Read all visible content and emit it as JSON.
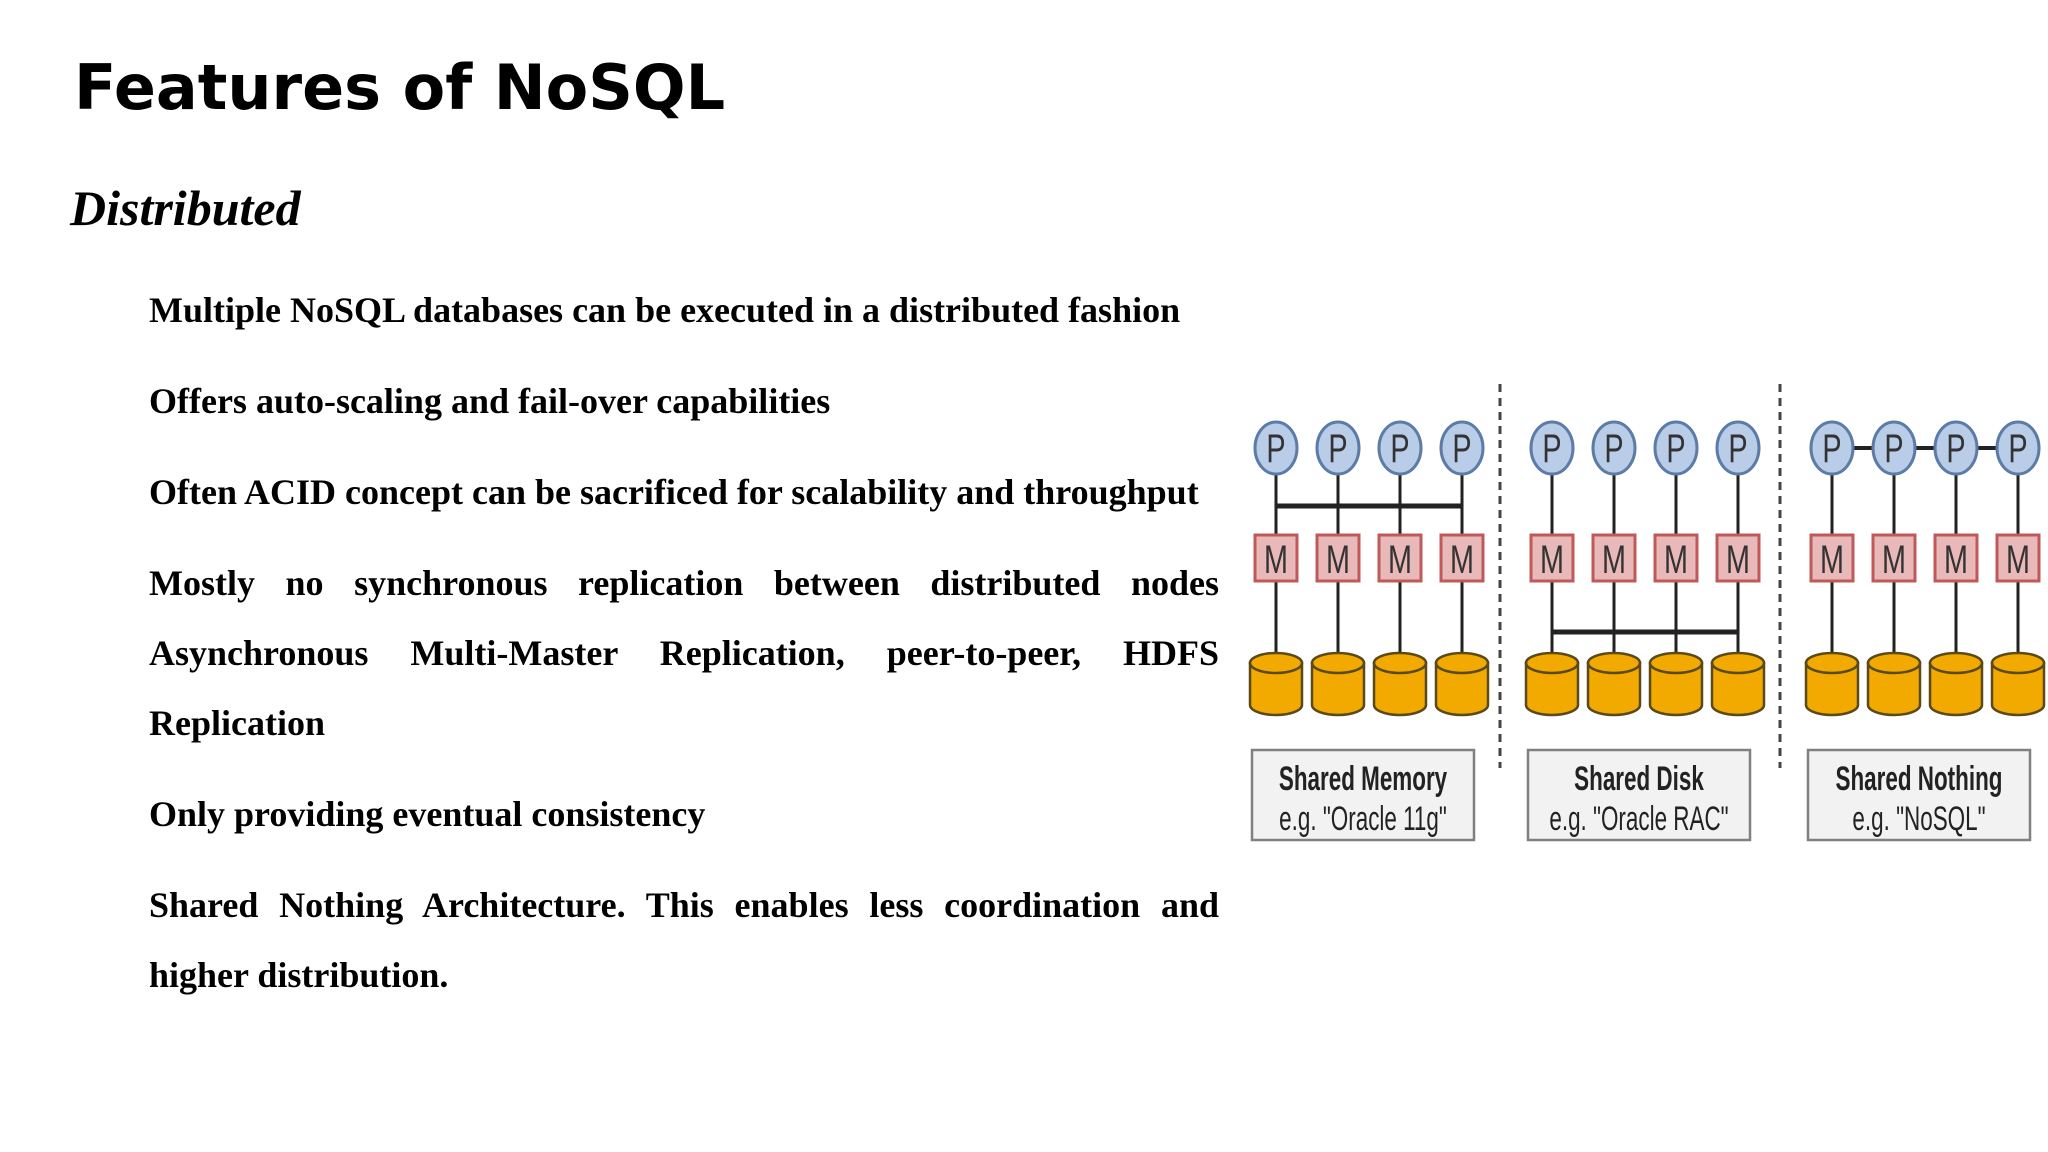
{
  "slide": {
    "title": "Features of NoSQL",
    "subtitle": "Distributed",
    "bullets": [
      "Multiple NoSQL databases can be executed in a distributed fashion",
      "Offers auto-scaling and fail-over capabilities",
      "Often ACID concept can be sacrificed for scalability and throughput",
      "Mostly no synchronous replication between distributed nodes Asynchronous Multi-Master Replication, peer-to-peer, HDFS Replication",
      "Only providing eventual consistency",
      "Shared Nothing Architecture. This enables less coordination and higher distribution."
    ]
  },
  "diagram": {
    "node_labels": {
      "processor": "P",
      "memory": "M"
    },
    "architectures": [
      {
        "name": "Shared Memory",
        "example": "e.g. \"Oracle 11g\""
      },
      {
        "name": "Shared Disk",
        "example": "e.g. \"Oracle RAC\""
      },
      {
        "name": "Shared Nothing",
        "example": "e.g. \"NoSQL\""
      }
    ],
    "colors": {
      "processor_fill": "#b9cde9",
      "processor_stroke": "#5c7ba6",
      "memory_fill": "#e9b8b8",
      "memory_stroke": "#c05a5a",
      "disk_fill": "#f2a900",
      "disk_stroke": "#5a4a1a",
      "label_box_fill": "#f2f2f2",
      "label_box_stroke": "#808080"
    }
  }
}
